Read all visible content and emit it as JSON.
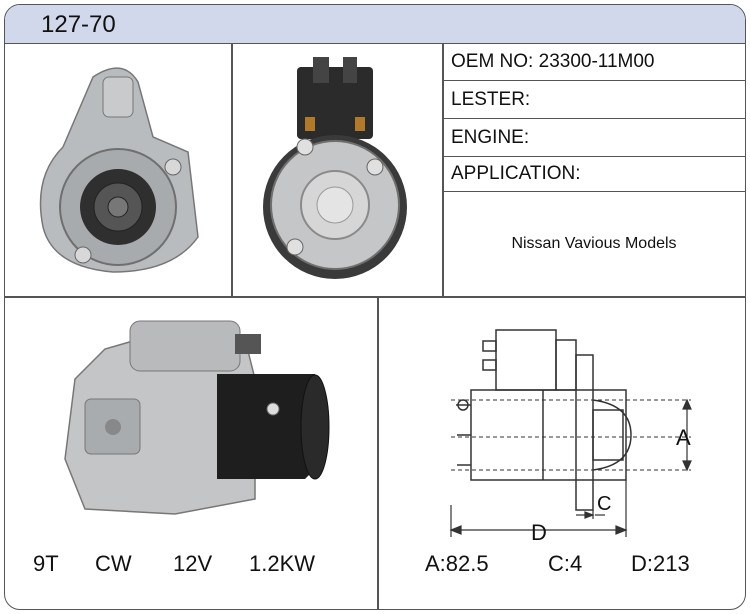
{
  "header": {
    "title": "127-70"
  },
  "specs": {
    "oem": {
      "label": "OEM NO:",
      "value": "23300-11M00"
    },
    "lester": {
      "label": "LESTER:"
    },
    "engine": {
      "label": "ENGINE:"
    },
    "application": {
      "label": "APPLICATION:",
      "note": "Nissan Vavious Models"
    }
  },
  "specs_bottom": {
    "teeth": "9T",
    "rotation": "CW",
    "voltage": "12V",
    "power": "1.2KW"
  },
  "dimensions": {
    "labels": {
      "a": "A",
      "c": "C",
      "d": "D"
    },
    "a": "A:82.5",
    "c": "C:4",
    "d": "D:213"
  },
  "colors": {
    "header_bg": "#d2d8ec",
    "border": "#555555"
  }
}
